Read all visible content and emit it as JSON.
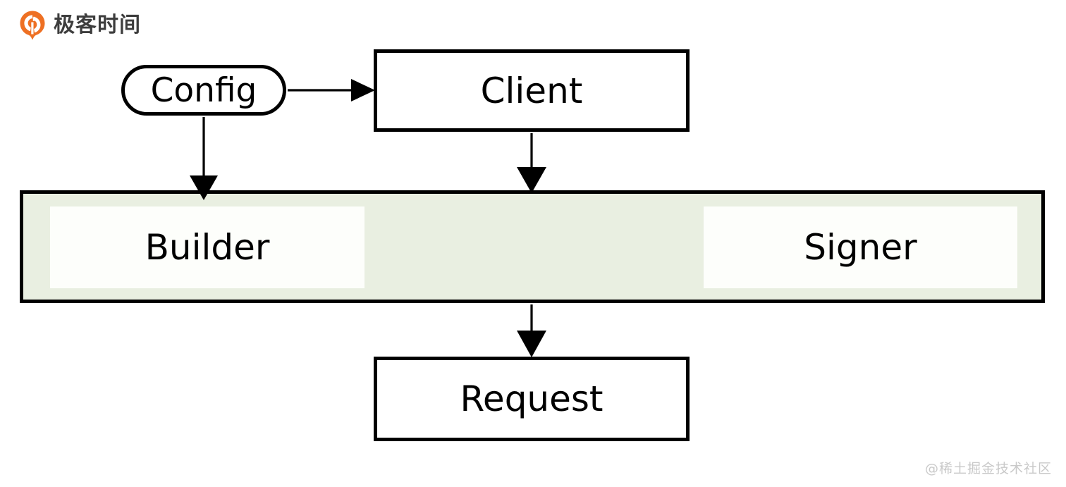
{
  "brand": {
    "logo_icon": "geektime-logo-icon",
    "logo_color": "#ee7023",
    "name": "极客时间"
  },
  "watermark": {
    "text": "@稀土掘金技术社区",
    "color": "#c9c9c9"
  },
  "diagram": {
    "type": "flowchart",
    "background": "#ffffff",
    "stroke_color": "#000000",
    "subgraph_fill": "#e9efe1",
    "node_fill": "#ffffff",
    "nodes": [
      {
        "id": "config",
        "label": "Config",
        "shape": "stadium"
      },
      {
        "id": "client",
        "label": "Client",
        "shape": "rect"
      },
      {
        "id": "builder",
        "label": "Builder",
        "shape": "rect"
      },
      {
        "id": "signer",
        "label": "Signer",
        "shape": "rect"
      },
      {
        "id": "request",
        "label": "Request",
        "shape": "rect"
      }
    ],
    "group": {
      "id": "middle-group",
      "label": "",
      "fill": "#e9efe1",
      "members": [
        "builder",
        "signer"
      ]
    },
    "edges": [
      {
        "from": "config",
        "to": "client",
        "arrow": "right"
      },
      {
        "from": "config",
        "to": "middle-group",
        "arrow": "down"
      },
      {
        "from": "client",
        "to": "middle-group",
        "arrow": "down"
      },
      {
        "from": "middle-group",
        "to": "request",
        "arrow": "down"
      }
    ]
  }
}
